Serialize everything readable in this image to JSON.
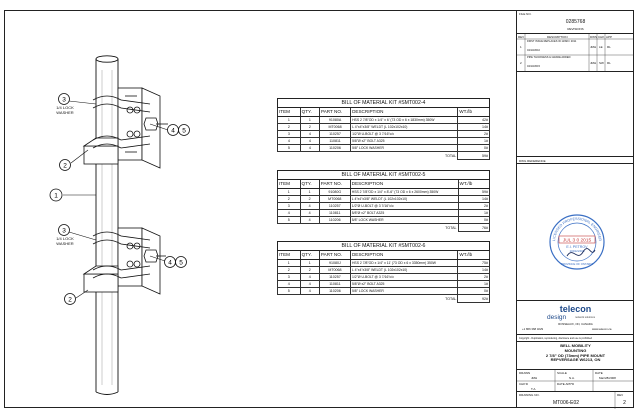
{
  "drawing": {
    "callouts": [
      "1",
      "2",
      "3",
      "4",
      "5"
    ],
    "lock_washer_label_lines": [
      "1/4 LOCK",
      "WASHER"
    ]
  },
  "bom_tables": [
    {
      "title": "BILL OF MATERIAL KIT #SMT002-4",
      "headers": [
        "ITEM",
        "QTY.",
        "PART NO.",
        "DESCRIPTION",
        "WT./lb"
      ],
      "rows": [
        [
          "1",
          "1",
          "91080A",
          "HSS 2 7/8\"OD x 1/4\" x 6' (73 OD x 6 x 1830mm) 350W",
          "42#"
        ],
        [
          "2",
          "2",
          "MT0068",
          "L 4\"x4\"x3/8\" WELDT (L 102x102x10)",
          "14#"
        ],
        [
          "3",
          "4",
          "110257",
          "1/2\"Ø U-BOLT @ 3 7/16\"c/c",
          "2#"
        ],
        [
          "4",
          "4",
          "110811",
          "5/8\"Ø x2\" BOLT A325",
          "1#"
        ],
        [
          "5",
          "4",
          "110206",
          "5/8\" LOCK WASHER",
          "0#"
        ]
      ],
      "total_label": "TOTAL",
      "total": "59#"
    },
    {
      "title": "BILL OF MATERIAL KIT #SMT002-5",
      "headers": [
        "ITEM",
        "QTY.",
        "PART NO.",
        "DESCRIPTION",
        "WT./lb"
      ],
      "rows": [
        [
          "1",
          "1",
          "91080G",
          "HSS 2 7/8\"OD x 1/4\" x 8'-6\" (73 OD x 6 x 2600mm) 350W",
          "59#"
        ],
        [
          "2",
          "2",
          "MT0068",
          "L 4\"x4\"x3/8\" WELDT (L 102x102x10)",
          "14#"
        ],
        [
          "3",
          "4",
          "110257",
          "1/2\"Ø U-BOLT @ 3 7/16\"c/c",
          "2#"
        ],
        [
          "4",
          "4",
          "110811",
          "5/8\"Ø x2\" BOLT A325",
          "1#"
        ],
        [
          "5",
          "4",
          "110206",
          "5/8\" LOCK WASHER",
          "0#"
        ]
      ],
      "total_label": "TOTAL",
      "total": "76#"
    },
    {
      "title": "BILL OF MATERIAL KIT #SMT002-6",
      "headers": [
        "ITEM",
        "QTY.",
        "PART NO.",
        "DESCRIPTION",
        "WT./lb"
      ],
      "rows": [
        [
          "1",
          "1",
          "91080J",
          "HSS 2 7/8\"OD x 1/4\" x 11' (73 OD x 6 x 3350mm) 350W",
          "75#"
        ],
        [
          "2",
          "2",
          "MT0068",
          "L 4\"x4\"x3/8\" WELDT (L 102x102x10)",
          "14#"
        ],
        [
          "3",
          "4",
          "110257",
          "1/2\"Ø U-BOLT @ 3 7/16\"c/c",
          "2#"
        ],
        [
          "4",
          "4",
          "110811",
          "5/8\"Ø x2\" BOLT A325",
          "1#"
        ],
        [
          "5",
          "4",
          "110206",
          "5/8\" LOCK WASHER",
          "0#"
        ]
      ],
      "total_label": "TOTAL",
      "total": "92#"
    }
  ],
  "title_block": {
    "file_no_label": "FILE NO.",
    "file_no": "0285768",
    "revisions_label": "REVISIONS",
    "rev_headers": [
      "REV",
      "DESCRIPTION",
      "DWN",
      "CHK",
      "APP"
    ],
    "revisions": [
      {
        "rev": "1",
        "desc": "FIRST ISSUE REPLACES ID 11999 / 2011",
        "date": "04/13/2010",
        "dwn": "JMH",
        "chk": "LE",
        "app": "RL"
      },
      {
        "rev": "2",
        "desc": "PIPE THICKNESS & GRADE ADDED",
        "date": "04/13/2015",
        "dwn": "JMH",
        "chk": "SW",
        "app": "RL"
      }
    ],
    "dwg_reference_label": "DWG REFERENCE",
    "stamp": {
      "outer_text": "LICENSED PROFESSIONAL ENGINEER",
      "date": "JUL 3 0 2015",
      "name": "E.I. PETROV",
      "number": "100122406",
      "province": "PROVINCE OF ONTARIO"
    },
    "company": "telecon",
    "company_line2": "design",
    "company_tag": "network solutions",
    "address": "ROSSEAUX, ON, CANADA",
    "phone": "+1 866 368 3229",
    "web": "www.telecon.ca",
    "copyright": "Copyright - Duplication, reproducing, disclosure and use is prohibited",
    "project_title_lines": [
      "BELL MOBILITY",
      "MOUNTING",
      "2 7/8\" OD (73mm) PIPE MOUNT",
      "REPVERSAGE W6213, ON"
    ],
    "drawn_label": "DRAWN",
    "drawn": "JMH",
    "date_label": "DATE",
    "date": "Mar/28/2008",
    "scale_label": "SCALE",
    "scale": "N.A.",
    "checked_label": "CHK'D",
    "checked": "T.A.",
    "approved_label": "DATE APP'D",
    "drawing_no_label": "DRAWING NO.",
    "drawing_no": "MT006-E02",
    "rev_label": "REV",
    "rev": "2"
  }
}
